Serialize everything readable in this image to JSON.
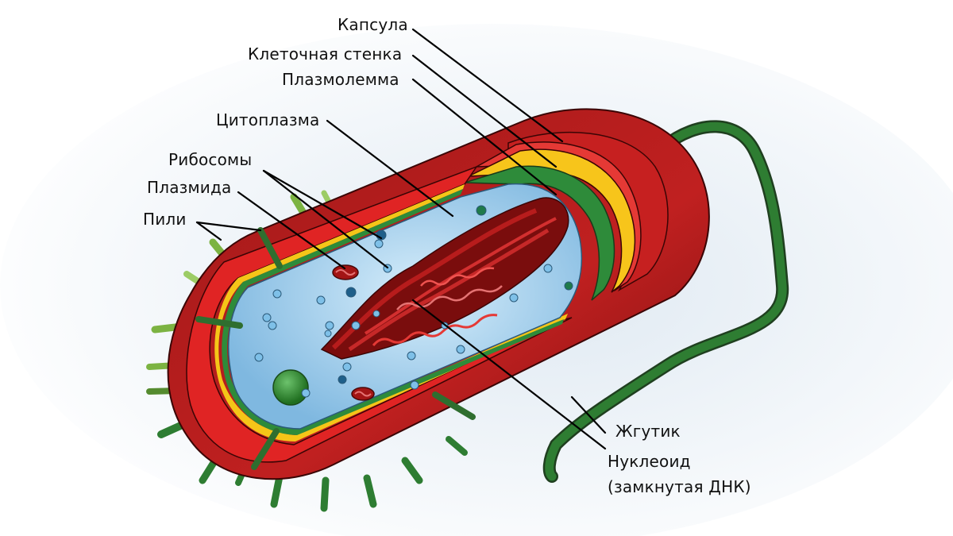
{
  "labels": {
    "capsule": "Капсула",
    "cell_wall": "Клеточная стенка",
    "plasmalemma": "Плазмолемма",
    "cytoplasm": "Цитоплазма",
    "ribosomes": "Рибосомы",
    "plasmid": "Плазмида",
    "pili": "Пили",
    "flagellum": "Жгутик",
    "nucleoid_line1": "Нуклеоид",
    "nucleoid_line2": "(замкнутая ДНК)"
  },
  "colors": {
    "capsule_dark": "#8c1414",
    "capsule": "#b81c1c",
    "cell_wall": "#e02424",
    "yellow_layer": "#f5c518",
    "plasmalemma": "#2e8b2e",
    "cytoplasm": "#a9d4f0",
    "nucleoid": "#8b1010",
    "flagellum": "#2a6e2a",
    "pili": "#2f7a2f"
  }
}
